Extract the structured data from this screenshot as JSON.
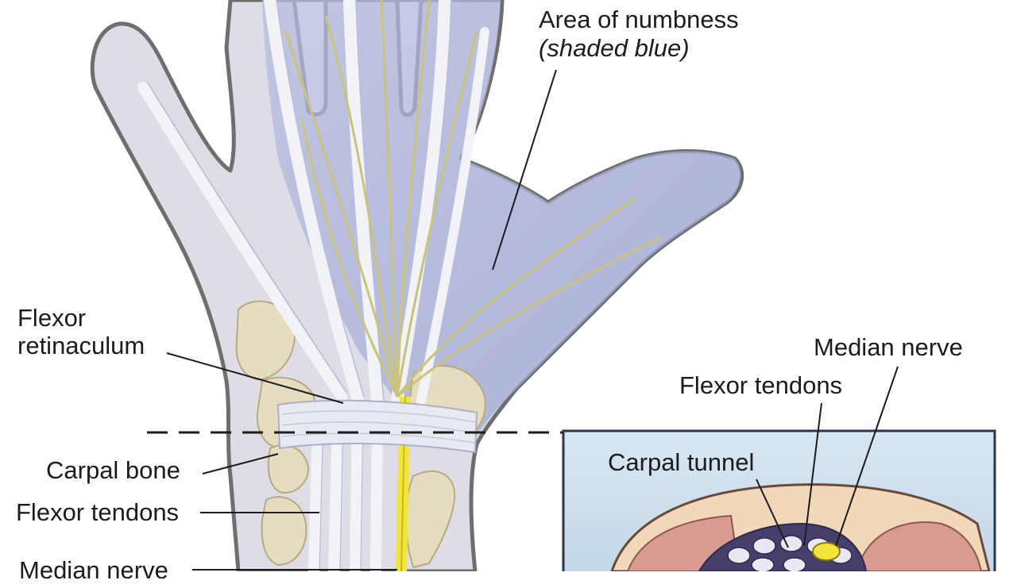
{
  "labels": {
    "area_of_numbness": "Area of numbness",
    "shaded_blue": "(shaded blue)",
    "flexor_retinaculum_line1": "Flexor",
    "flexor_retinaculum_line2": "retinaculum",
    "carpal_bone": "Carpal bone",
    "flexor_tendons_left": "Flexor tendons",
    "median_nerve_left": "Median nerve",
    "median_nerve_inset": "Median nerve",
    "flexor_tendons_inset": "Flexor tendons",
    "carpal_tunnel": "Carpal tunnel"
  },
  "colors": {
    "hand_fill": "#dedde6",
    "hand_outline": "#6e6e6e",
    "numb_area": "#a4acd6",
    "tendon": "#f2f3f8",
    "nerve": "#f1e43a",
    "nerve_branch": "#c9c47a",
    "bone": "#e6dcc0",
    "inset_bg": "#cfe0ee",
    "inset_border": "#2a3550",
    "muscle": "#d99a92"
  }
}
